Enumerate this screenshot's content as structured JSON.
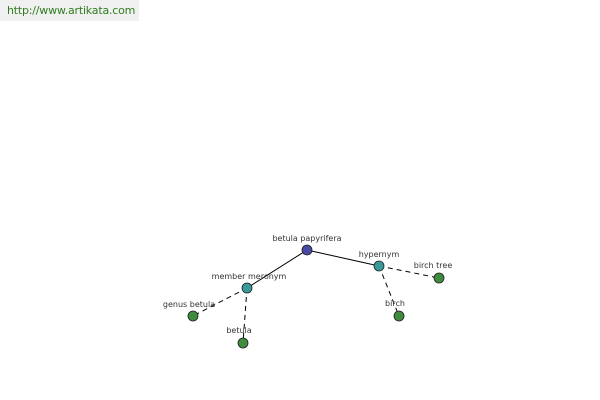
{
  "source_link": {
    "text": "http://www.artikata.com"
  },
  "graph": {
    "colors": {
      "root": "#4a4aa6",
      "relation": "#3a9a9a",
      "leaf": "#3f8c3f",
      "stroke": "#1f1f1f",
      "edge": "#000000"
    },
    "nodes": [
      {
        "id": "root",
        "label": "betula papyrifera",
        "kind": "root"
      },
      {
        "id": "member",
        "label": "member meronym",
        "kind": "relation"
      },
      {
        "id": "hyper",
        "label": "hypernym",
        "kind": "relation"
      },
      {
        "id": "genus",
        "label": "genus betula",
        "kind": "leaf"
      },
      {
        "id": "betula",
        "label": "betula",
        "kind": "leaf"
      },
      {
        "id": "birchtree",
        "label": "birch tree",
        "kind": "leaf"
      },
      {
        "id": "birch",
        "label": "birch",
        "kind": "leaf"
      }
    ],
    "edges": [
      {
        "from": "root",
        "to": "member",
        "style": "solid"
      },
      {
        "from": "root",
        "to": "hyper",
        "style": "solid"
      },
      {
        "from": "member",
        "to": "genus",
        "style": "dashed"
      },
      {
        "from": "member",
        "to": "betula",
        "style": "dashed"
      },
      {
        "from": "hyper",
        "to": "birchtree",
        "style": "dashed"
      },
      {
        "from": "hyper",
        "to": "birch",
        "style": "dashed"
      }
    ]
  }
}
